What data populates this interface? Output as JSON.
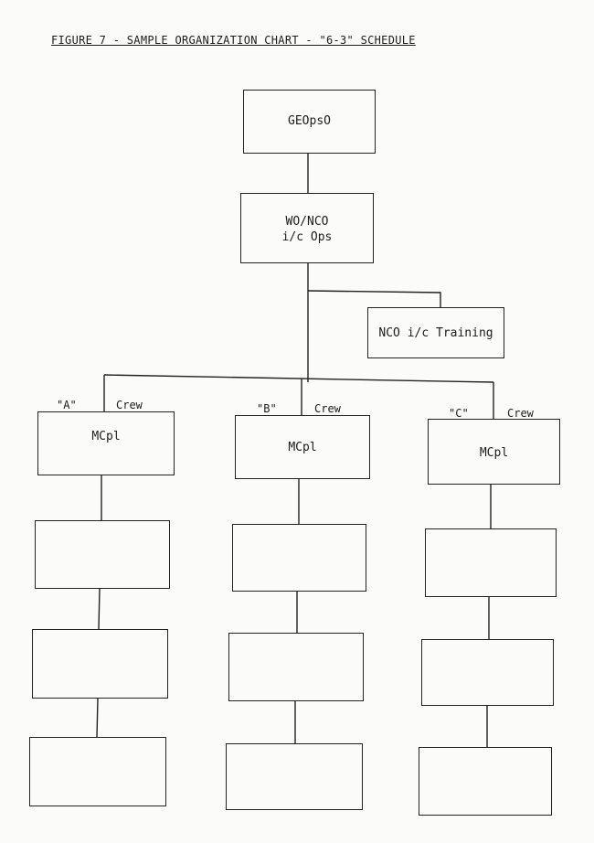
{
  "figure_title": "FIGURE 7 - SAMPLE ORGANIZATION CHART - \"6-3\" SCHEDULE",
  "nodes": {
    "top": "GEOpsO",
    "ops_line1": "WO/NCO",
    "ops_line2": "i/c Ops",
    "training": "NCO i/c Training"
  },
  "crews": [
    {
      "id": "\"A\"",
      "label": "Crew",
      "leader": "MCpl"
    },
    {
      "id": "\"B\"",
      "label": "Crew",
      "leader": "MCpl"
    },
    {
      "id": "\"C\"",
      "label": "Crew",
      "leader": "MCpl"
    }
  ]
}
